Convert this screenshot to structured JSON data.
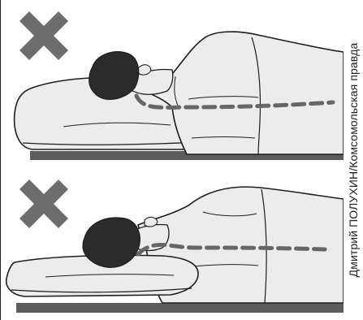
{
  "credit": "Дмитрий ПОЛУХИН/Комсомольская правда",
  "panels": [
    {
      "id": "high-pillow",
      "mark": "cross-icon",
      "verdict": "incorrect"
    },
    {
      "id": "low-pillow",
      "mark": "cross-icon",
      "verdict": "incorrect"
    }
  ],
  "colors": {
    "cross": "#6d6d6d",
    "mattress": "#5c5c5c",
    "hair": "#2b2b2b",
    "fabric": "#ececec",
    "outline": "#1e1e1e",
    "spine": "#666666"
  }
}
